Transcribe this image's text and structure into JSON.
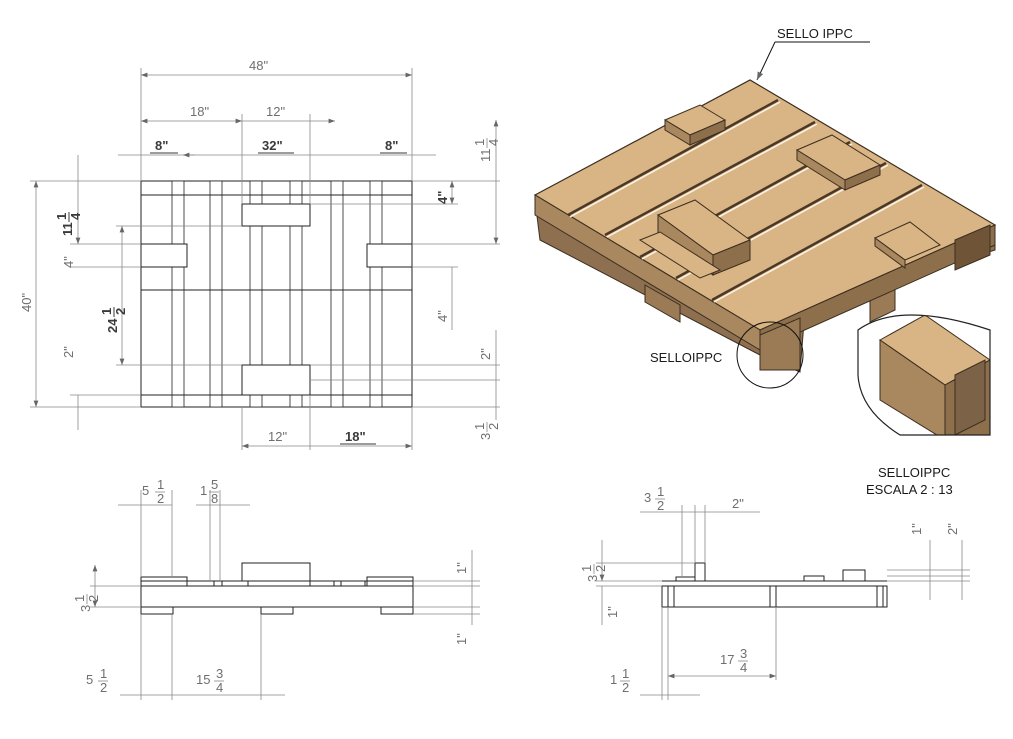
{
  "views": {
    "top": {
      "dims": {
        "overall_width": "48\"",
        "span_18": "18\"",
        "span_12": "12\"",
        "end_8_left": "8\"",
        "center_32": "32\"",
        "end_8_right": "8\"",
        "right_11": "11",
        "left_11": "11",
        "block_4_right": "4\"",
        "height_40": "40\"",
        "left_4": "4\"",
        "center_24": "24",
        "right_4": "4\"",
        "left_2": "2\"",
        "right_2": "2\"",
        "right_3": "3",
        "bottom_12": "12\"",
        "bottom_18": "18\""
      }
    },
    "front": {
      "dims": {
        "top_5": "5",
        "top_1": "1",
        "left_3": "3",
        "right_1_top": "1\"",
        "right_1_bottom": "1\"",
        "bottom_5": "5",
        "bottom_15": "15"
      }
    },
    "side": {
      "dims": {
        "top_3": "3",
        "top_2": "2\"",
        "left_3": "3",
        "left_1": "1\"",
        "right_1": "1\"",
        "right_2": "2\"",
        "bottom_17": "17",
        "bottom_1": "1"
      }
    },
    "iso": {
      "labels": {
        "stamp_top": "SELLO IPPC",
        "stamp_detail": "SELLOIPPC"
      }
    },
    "detail": {
      "title_line1": "SELLOIPPC",
      "title_line2": "ESCALA 2 : 13"
    }
  },
  "fractions": {
    "quarter": [
      "1",
      "4"
    ],
    "half": [
      "1",
      "2"
    ],
    "five_eighths": [
      "5",
      "8"
    ],
    "three_quarters": [
      "3",
      "4"
    ]
  },
  "colors": {
    "wood_top": "#d9b484",
    "wood_side": "#a9875f",
    "wood_dark": "#7c6246",
    "outline": "#222222",
    "dim_line": "#888888"
  }
}
